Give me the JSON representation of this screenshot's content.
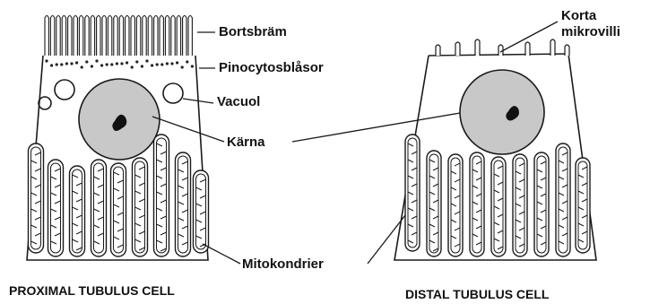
{
  "labels": {
    "brush_border": "Bortsbräm",
    "pinocytotic_vesicles": "Pinocytosblåsor",
    "vacuole": "Vacuol",
    "nucleus": "Kärna",
    "mitochondria": "Mitokondrier",
    "short_microvilli_line1": "Korta",
    "short_microvilli_line2": "mikrovilli"
  },
  "captions": {
    "proximal": "PROXIMAL TUBULUS CELL",
    "distal": "DISTAL TUBULUS CELL"
  }
}
